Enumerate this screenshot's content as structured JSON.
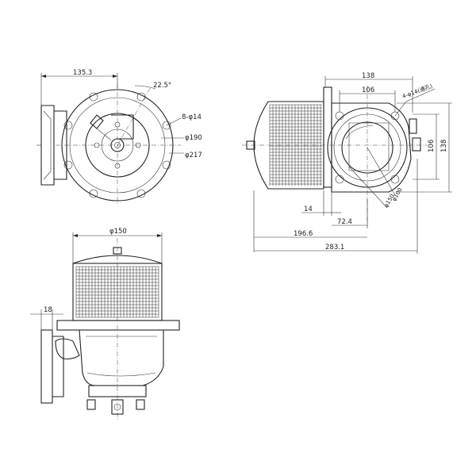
{
  "dimensions": {
    "front_width": "135.3",
    "front_angle": "22.5°",
    "front_holes": "8-φ14",
    "front_pcd": "φ190",
    "front_flange": "φ217",
    "side_flange_width": "138",
    "side_inner_width": "106",
    "side_bolts": "4-φ14(通孔)",
    "side_height_outer": "138",
    "side_height_inner": "106",
    "side_bore": "φ100",
    "side_face": "φ150",
    "side_flange_thk": "14",
    "side_offset": "72.4",
    "side_body_len": "196.6",
    "side_total_len": "283.1",
    "bottom_strainer_dia": "φ150",
    "bottom_flange_thk": "18"
  }
}
